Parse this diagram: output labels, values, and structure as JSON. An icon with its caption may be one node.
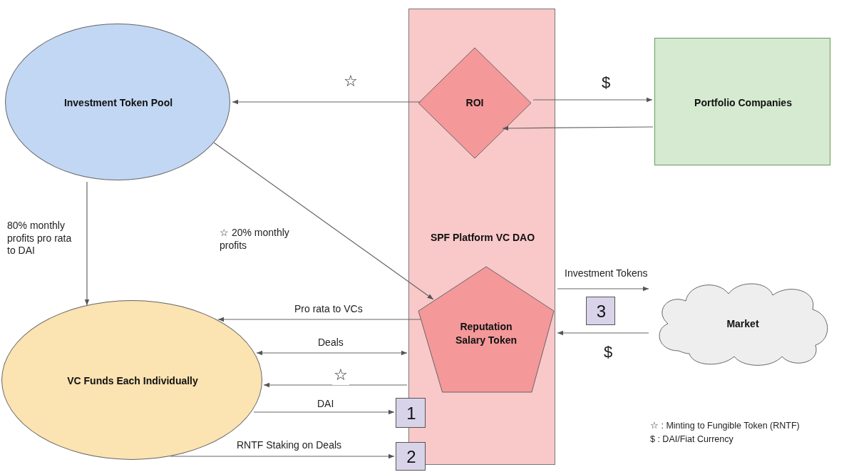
{
  "diagram": {
    "nodes": [
      {
        "text": [
          "Investment Token Pool"
        ]
      },
      {
        "text": [
          "SPF Platform VC DAO"
        ]
      },
      {
        "text": [
          "ROI"
        ],
        "in": 1
      },
      {
        "text": [
          "Portfolio Companies"
        ]
      },
      {
        "text": [
          "Reputation Salary Token"
        ],
        "in": 1
      },
      {
        "text": [
          "VC Funds Each Individually"
        ]
      },
      {
        "text": [
          "Market"
        ]
      },
      {
        "text": [
          "1"
        ]
      },
      {
        "text": [
          "2"
        ]
      },
      {
        "text": [
          "3"
        ]
      }
    ],
    "edges": [
      {
        "from": 2,
        "to": 0,
        "arrow": "to",
        "label": "☆"
      },
      {
        "from": 2,
        "to": 3,
        "arrow": "to",
        "label": "$"
      },
      {
        "from": 3,
        "to": 2,
        "arrow": "to"
      },
      {
        "from": 0,
        "to": 5,
        "arrow": "to",
        "label": "80% monthly profits pro rata to DAI"
      },
      {
        "from": 0,
        "to": 4,
        "arrow": "to",
        "label": "☆ 20% monthly profits"
      },
      {
        "from": 4,
        "to": 5,
        "arrow": "to",
        "label": "Pro rata to VCs"
      },
      {
        "from": 5,
        "to": 1,
        "arrow": "both",
        "label": "Deals"
      },
      {
        "from": 1,
        "to": 5,
        "arrow": "to",
        "label": "☆"
      },
      {
        "from": 5,
        "to": 7,
        "arrow": "to",
        "label": "DAI"
      },
      {
        "from": 5,
        "to": 8,
        "arrow": "to",
        "label": "RNTF Staking on Deals"
      },
      {
        "from": 1,
        "to": 6,
        "arrow": "to",
        "label": "Investment Tokens"
      },
      {
        "from": 6,
        "to": 1,
        "arrow": "to",
        "label": "$"
      }
    ],
    "legend": [
      {
        "text": "☆ : Minting to Fungible Token (RNTF)"
      },
      {
        "text": "$ : DAI/Fiat Currency"
      }
    ]
  }
}
